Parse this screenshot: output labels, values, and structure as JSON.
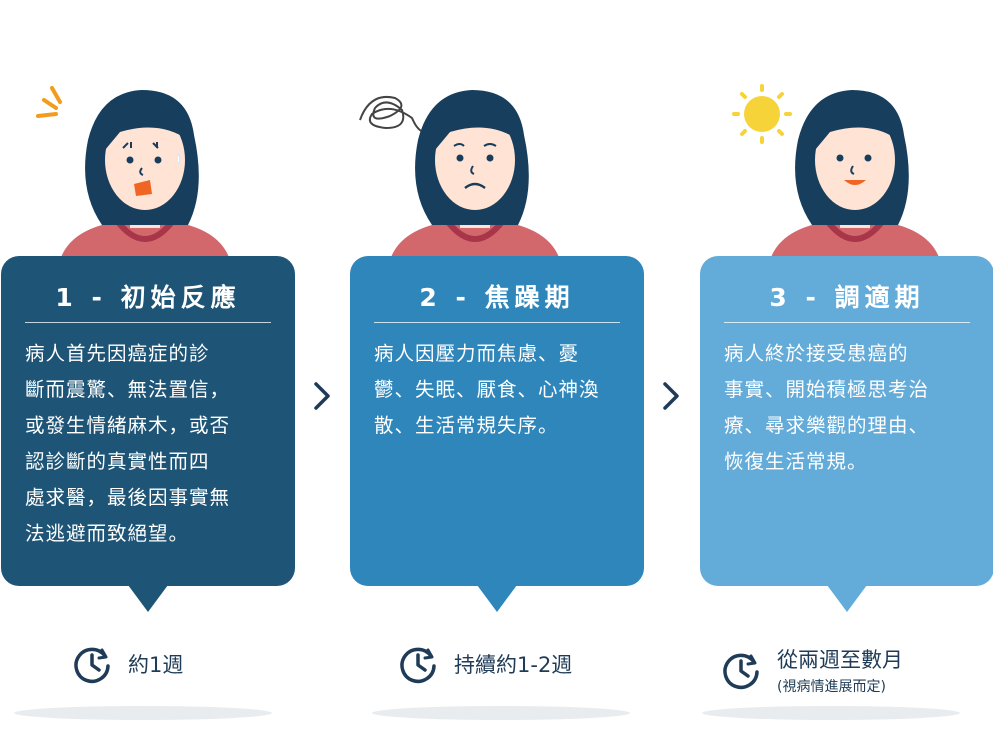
{
  "stages": [
    {
      "title": "1 - 初始反應",
      "lines": [
        "病人首先因癌症的診",
        "斷而震驚、無法置信，",
        "或發生情緒麻木，或否",
        "認診斷的真實性而四",
        "處求醫，最後因事實無",
        "法逃避而致絕望。"
      ],
      "duration": "約1週",
      "accent": "#1e5577",
      "icon": "shock-mark-icon"
    },
    {
      "title": "2 - 焦躁期",
      "lines": [
        "病人因壓力而焦慮、憂",
        "鬱、失眠、厭食、心神渙",
        "散、生活常規失序。"
      ],
      "duration": "持續約1-2週",
      "accent": "#2e86bb",
      "icon": "scribble-icon"
    },
    {
      "title": "3 - 調適期",
      "lines": [
        "病人終於接受患癌的",
        "事實、開始積極思考治",
        "療、尋求樂觀的理由、",
        "恢復生活常規。"
      ],
      "duration": "從兩週至數月",
      "duration_note": "(視病情進展而定)",
      "accent": "#63abd8",
      "icon": "sun-icon"
    }
  ],
  "colors": {
    "hair": "#173e5c",
    "skin": "#ffe4d5",
    "shirt": "#d2676c",
    "collar": "#a8354a",
    "sun": "#f7d33a",
    "mouth": "#f06424"
  }
}
